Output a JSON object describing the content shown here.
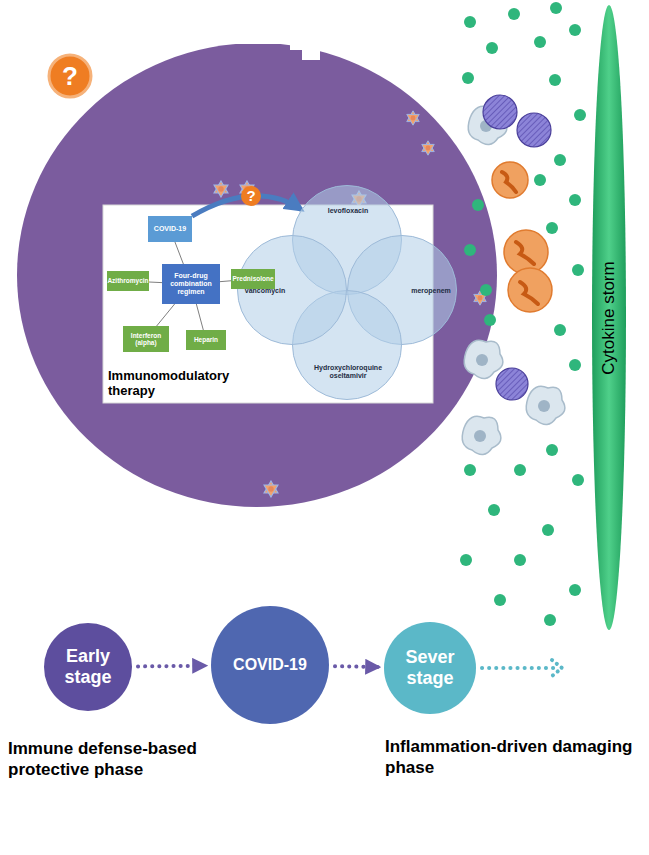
{
  "diagram": {
    "nodes": [
      {
        "text": [
          "Immunomodulatory therapy"
        ]
      },
      {
        "text": [
          "COVID-19"
        ],
        "in": 0
      },
      {
        "text": [
          "Four-drug combination regimen"
        ],
        "in": 0
      },
      {
        "text": [
          "Azithromycin"
        ],
        "in": 0
      },
      {
        "text": [
          "Prednisolone"
        ],
        "in": 0
      },
      {
        "text": [
          "Interferon (alpha)"
        ],
        "in": 0
      },
      {
        "text": [
          "Heparin"
        ],
        "in": 0
      },
      {
        "text": [
          "levofloxacin"
        ],
        "in": 0
      },
      {
        "text": [
          "meropenem"
        ],
        "in": 0
      },
      {
        "text": [
          "Hydroxychloroquine oseltamivir"
        ],
        "in": 0
      },
      {
        "text": [
          "vancomycin"
        ],
        "in": 0
      },
      {
        "text": [
          "Cytokine storm"
        ]
      },
      {
        "text": [
          "Early stage"
        ]
      },
      {
        "text": [
          "COVID-19"
        ]
      },
      {
        "text": [
          "Sever stage"
        ]
      }
    ],
    "edges": [
      {
        "from": 1,
        "to": 2,
        "arrow": "none"
      },
      {
        "from": 2,
        "to": 3,
        "arrow": "none"
      },
      {
        "from": 2,
        "to": 4,
        "arrow": "none"
      },
      {
        "from": 2,
        "to": 5,
        "arrow": "none"
      },
      {
        "from": 2,
        "to": 6,
        "arrow": "none"
      },
      {
        "from": 1,
        "to": 7,
        "label": "?",
        "arrow": "to"
      },
      {
        "from": 12,
        "to": 13,
        "arrow": "to"
      },
      {
        "from": 13,
        "to": 14,
        "arrow": "to"
      }
    ],
    "labels": [
      "?",
      "Immune defense-based protective phase",
      "Inflammation-driven damaging phase"
    ]
  }
}
